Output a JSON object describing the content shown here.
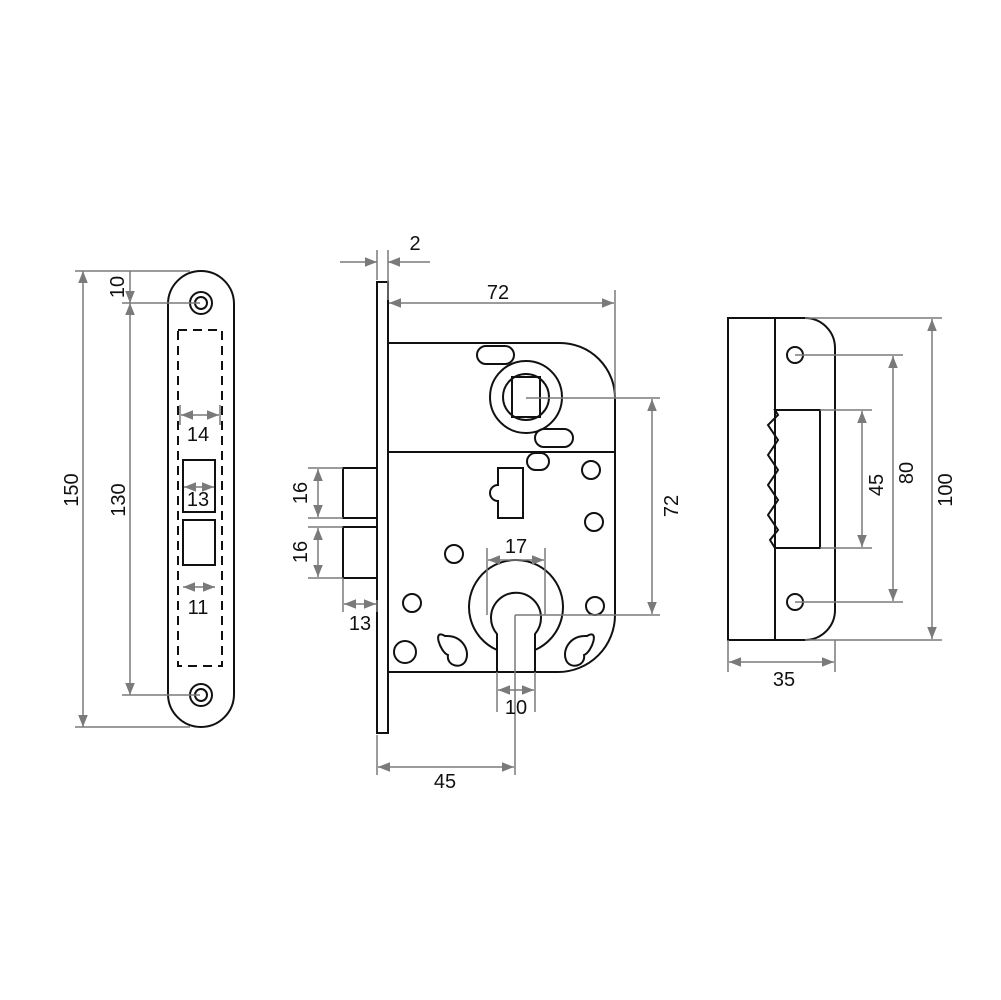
{
  "faceplate": {
    "dim_height": "150",
    "dim_hole_spacing": "130",
    "dim_top_offset": "10",
    "dim_width": "14",
    "dim_latch": "13",
    "dim_bolt": "11"
  },
  "lock_body": {
    "dim_plate_thickness": "2",
    "dim_body_width": "72",
    "dim_center_distance": "72",
    "dim_latch_height": "16",
    "dim_bolt_height": "16",
    "dim_projection": "13",
    "dim_cylinder": "17",
    "dim_slot": "10",
    "dim_backset": "45"
  },
  "strike_plate": {
    "dim_height": "100",
    "dim_hole_spacing": "80",
    "dim_opening": "45",
    "dim_width": "35"
  },
  "colors": {
    "outline": "#111111",
    "dimension": "#7a7a7a"
  }
}
